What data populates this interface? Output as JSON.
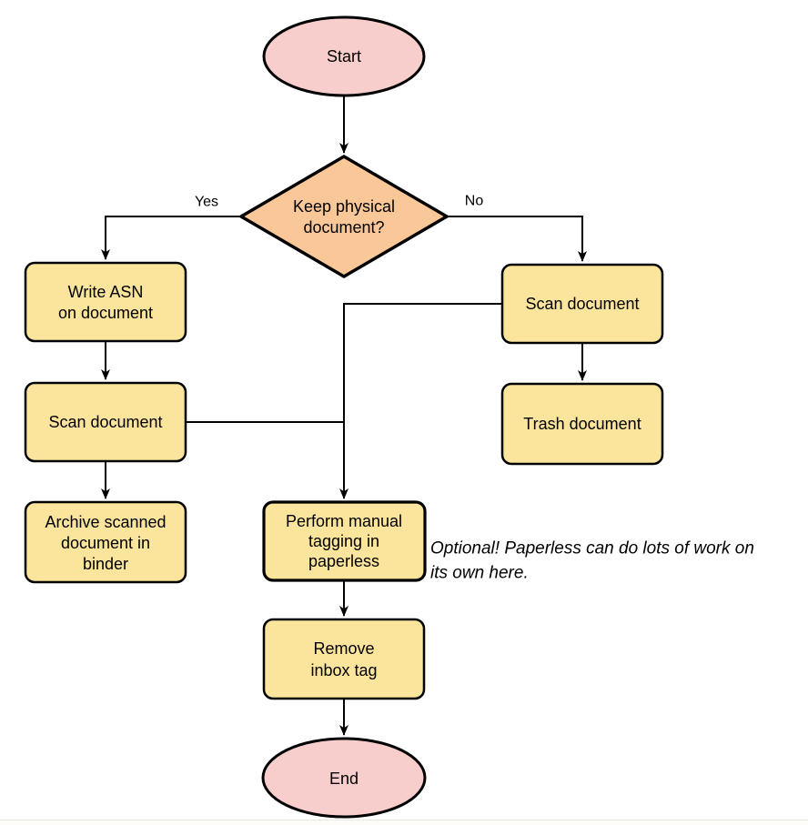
{
  "colors": {
    "background": "#ffffff",
    "terminal_fill": "#f8cecc",
    "decision_fill": "#fac798",
    "process_fill": "#fbe49c",
    "stroke": "#000000"
  },
  "nodes": {
    "start": {
      "type": "terminal",
      "label": "Start"
    },
    "decision": {
      "type": "decision",
      "lines": [
        "Keep physical",
        "document?"
      ]
    },
    "write_asn": {
      "type": "process",
      "lines": [
        "Write ASN",
        "on document"
      ]
    },
    "scan_left": {
      "type": "process",
      "label": "Scan document"
    },
    "archive": {
      "type": "process",
      "lines": [
        "Archive scanned",
        "document in",
        "binder"
      ]
    },
    "scan_right": {
      "type": "process",
      "label": "Scan document"
    },
    "trash": {
      "type": "process",
      "label": "Trash document"
    },
    "tagging": {
      "type": "process",
      "lines": [
        "Perform manual",
        "tagging in",
        "paperless"
      ]
    },
    "remove_inbox": {
      "type": "process",
      "lines": [
        "Remove",
        "inbox tag"
      ]
    },
    "end": {
      "type": "terminal",
      "label": "End"
    }
  },
  "edge_labels": {
    "yes": "Yes",
    "no": "No"
  },
  "annotation": {
    "lines": [
      "Optional! Paperless can do lots of work on",
      "its own here."
    ]
  }
}
